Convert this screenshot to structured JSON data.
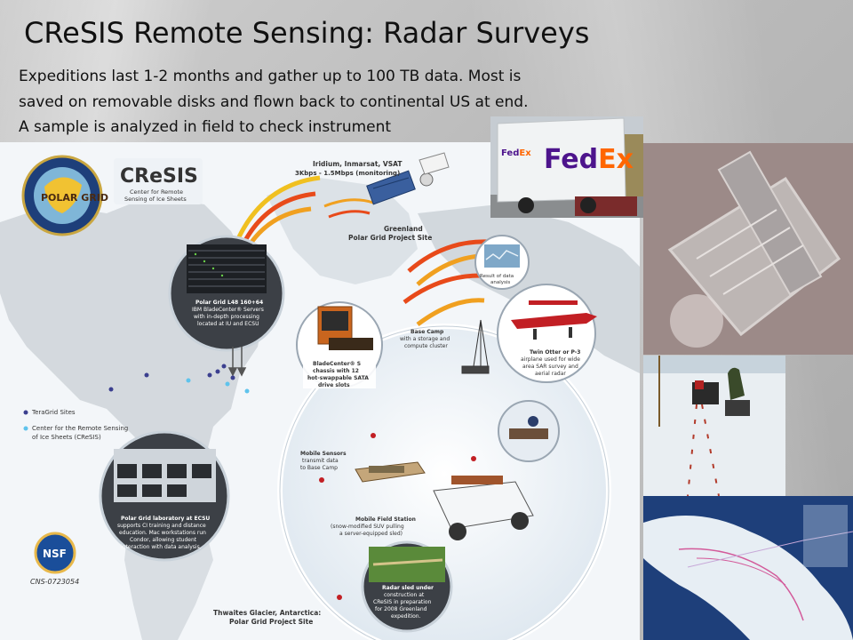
{
  "slide": {
    "title": "CReSIS Remote Sensing: Radar Surveys",
    "lines": [
      "Expeditions last 1-2 months and gather up to 100 TB data. Most is",
      "saved on removable disks and flown back to continental US at end.",
      "A sample is analyzed in field to check instrument"
    ]
  },
  "poster": {
    "logos": {
      "polargrid": "POLAR GRID",
      "cresis_name": "CReSIS",
      "cresis_sub1": "Center for Remote",
      "cresis_sub2": "Sensing of Ice Sheets",
      "nsf": "NSF",
      "grant": "CNS-0723054"
    },
    "satellite": {
      "line1": "Iridium, Inmarsat, VSAT",
      "line2": "3Kbps - 1.5Mbps (monitoring)"
    },
    "greenland": {
      "line1": "Greenland",
      "line2": "Polar Grid Project Site"
    },
    "result": {
      "line1": "Result of data",
      "line2": "analysis"
    },
    "servers": {
      "lines": [
        "Polar Grid L48 160+64",
        "IBM BladeCenter® Servers",
        "with in-depth processing",
        "located at IU and ECSU"
      ]
    },
    "bladecenter": {
      "lines": [
        "BladeCenter® S",
        "chassis with 12",
        "hot-swappable SATA",
        "drive slots"
      ]
    },
    "basecamp": {
      "lines": [
        "Base Camp",
        "with a storage and",
        "compute cluster"
      ]
    },
    "airplane": {
      "lines": [
        "Twin Otter or P-3",
        "airplane used for wide",
        "area SAR survey and",
        "aerial radar"
      ]
    },
    "legend": {
      "teragrid": "TeraGrid Sites",
      "cresis1": "Center for the Remote Sensing",
      "cresis2": "of Ice Sheets (CReSIS)"
    },
    "lab": {
      "lines": [
        "Polar Grid laboratory at ECSU",
        "supports CI training and distance",
        "education. Mac workstations run",
        "Condor, allowing student",
        "interaction with data analysis."
      ]
    },
    "sensors": {
      "lines": [
        "Mobile Sensors",
        "transmit data",
        "to Base Camp"
      ]
    },
    "field_station": {
      "lines": [
        "Mobile Field Station",
        "(snow-modified SUV pulling",
        "a server-equipped sled)"
      ]
    },
    "radar_sled": {
      "lines": [
        "Radar sled under",
        "construction at",
        "CReSIS in preparation",
        "for 2008 Greenland",
        "expedition."
      ]
    },
    "thwaites": {
      "line1": "Thwaites Glacier, Antarctica:",
      "line2": "Polar Grid Project Site"
    }
  },
  "photos": {
    "fedex": "FedEx"
  },
  "colors": {
    "fedex_purple": "#4d148c",
    "fedex_orange": "#ff6600",
    "teragrid_dot": "#3b3f8f",
    "cresis_dot": "#5fc3ec"
  }
}
